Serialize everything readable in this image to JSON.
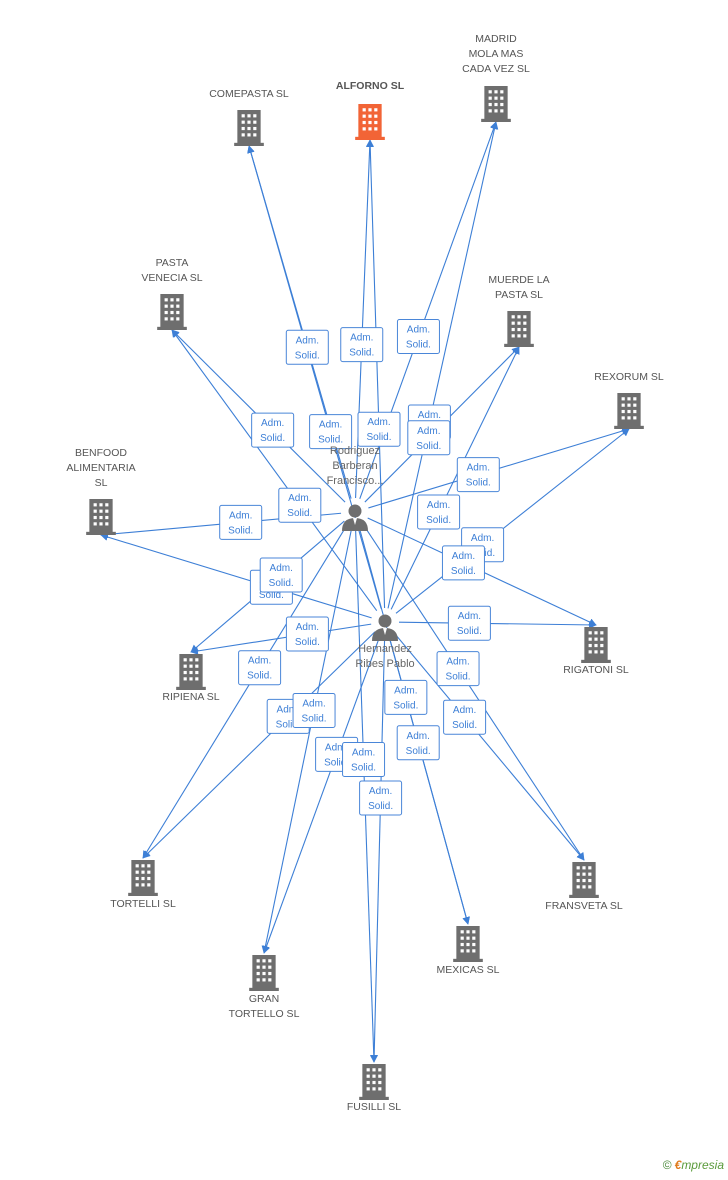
{
  "colors": {
    "edge": "#3d7fd6",
    "building": "#6e6e6e",
    "building_highlight": "#f26436",
    "person": "#6e6e6e"
  },
  "edge_label": [
    "Adm.",
    "Solid."
  ],
  "persons": [
    {
      "id": "p1",
      "lines": [
        "Rodriguez",
        "Barberan",
        "Francisco..."
      ]
    },
    {
      "id": "p2",
      "lines": [
        "Hernandez",
        "Ribes Pablo"
      ]
    }
  ],
  "companies": [
    {
      "id": "comepasta",
      "lines": [
        "COMEPASTA SL"
      ],
      "highlight": false
    },
    {
      "id": "alforno",
      "lines": [
        "ALFORNO SL"
      ],
      "highlight": true
    },
    {
      "id": "madrid",
      "lines": [
        "MADRID",
        "MOLA MAS",
        "CADA VEZ SL"
      ],
      "highlight": false
    },
    {
      "id": "pasta_venecia",
      "lines": [
        "PASTA",
        "VENECIA SL"
      ],
      "highlight": false
    },
    {
      "id": "muerde",
      "lines": [
        "MUERDE LA",
        "PASTA  SL"
      ],
      "highlight": false
    },
    {
      "id": "rexorum",
      "lines": [
        "REXORUM SL"
      ],
      "highlight": false
    },
    {
      "id": "benfood",
      "lines": [
        "BENFOOD",
        "ALIMENTARIA",
        "SL"
      ],
      "highlight": false
    },
    {
      "id": "rigatoni",
      "lines": [
        "RIGATONI SL"
      ],
      "highlight": false
    },
    {
      "id": "ripiena",
      "lines": [
        "RIPIENA SL"
      ],
      "highlight": false
    },
    {
      "id": "tortelli",
      "lines": [
        "TORTELLI SL"
      ],
      "highlight": false
    },
    {
      "id": "fransveta",
      "lines": [
        "FRANSVETA SL"
      ],
      "highlight": false
    },
    {
      "id": "mexicas",
      "lines": [
        "MEXICAS SL"
      ],
      "highlight": false
    },
    {
      "id": "gran_tortello",
      "lines": [
        "GRAN",
        "TORTELLO SL"
      ],
      "highlight": false
    },
    {
      "id": "fusilli",
      "lines": [
        "FUSILLI SL"
      ],
      "highlight": false
    }
  ],
  "edges": [
    {
      "from": "p1",
      "to": "comepasta"
    },
    {
      "from": "p2",
      "to": "comepasta"
    },
    {
      "from": "p1",
      "to": "alforno"
    },
    {
      "from": "p2",
      "to": "alforno"
    },
    {
      "from": "p1",
      "to": "madrid"
    },
    {
      "from": "p2",
      "to": "madrid"
    },
    {
      "from": "p1",
      "to": "pasta_venecia"
    },
    {
      "from": "p2",
      "to": "pasta_venecia"
    },
    {
      "from": "p1",
      "to": "muerde"
    },
    {
      "from": "p2",
      "to": "muerde"
    },
    {
      "from": "p1",
      "to": "rexorum"
    },
    {
      "from": "p2",
      "to": "rexorum"
    },
    {
      "from": "p1",
      "to": "benfood"
    },
    {
      "from": "p2",
      "to": "benfood"
    },
    {
      "from": "p1",
      "to": "rigatoni"
    },
    {
      "from": "p2",
      "to": "rigatoni"
    },
    {
      "from": "p1",
      "to": "ripiena"
    },
    {
      "from": "p2",
      "to": "ripiena"
    },
    {
      "from": "p1",
      "to": "tortelli"
    },
    {
      "from": "p2",
      "to": "tortelli"
    },
    {
      "from": "p1",
      "to": "fransveta"
    },
    {
      "from": "p2",
      "to": "fransveta"
    },
    {
      "from": "p1",
      "to": "mexicas"
    },
    {
      "from": "p2",
      "to": "mexicas"
    },
    {
      "from": "p1",
      "to": "gran_tortello"
    },
    {
      "from": "p2",
      "to": "gran_tortello"
    },
    {
      "from": "p1",
      "to": "fusilli"
    },
    {
      "from": "p2",
      "to": "fusilli"
    }
  ],
  "footer": {
    "copyright": "©",
    "brand_initial": "€",
    "brand_rest": "mpresia"
  }
}
